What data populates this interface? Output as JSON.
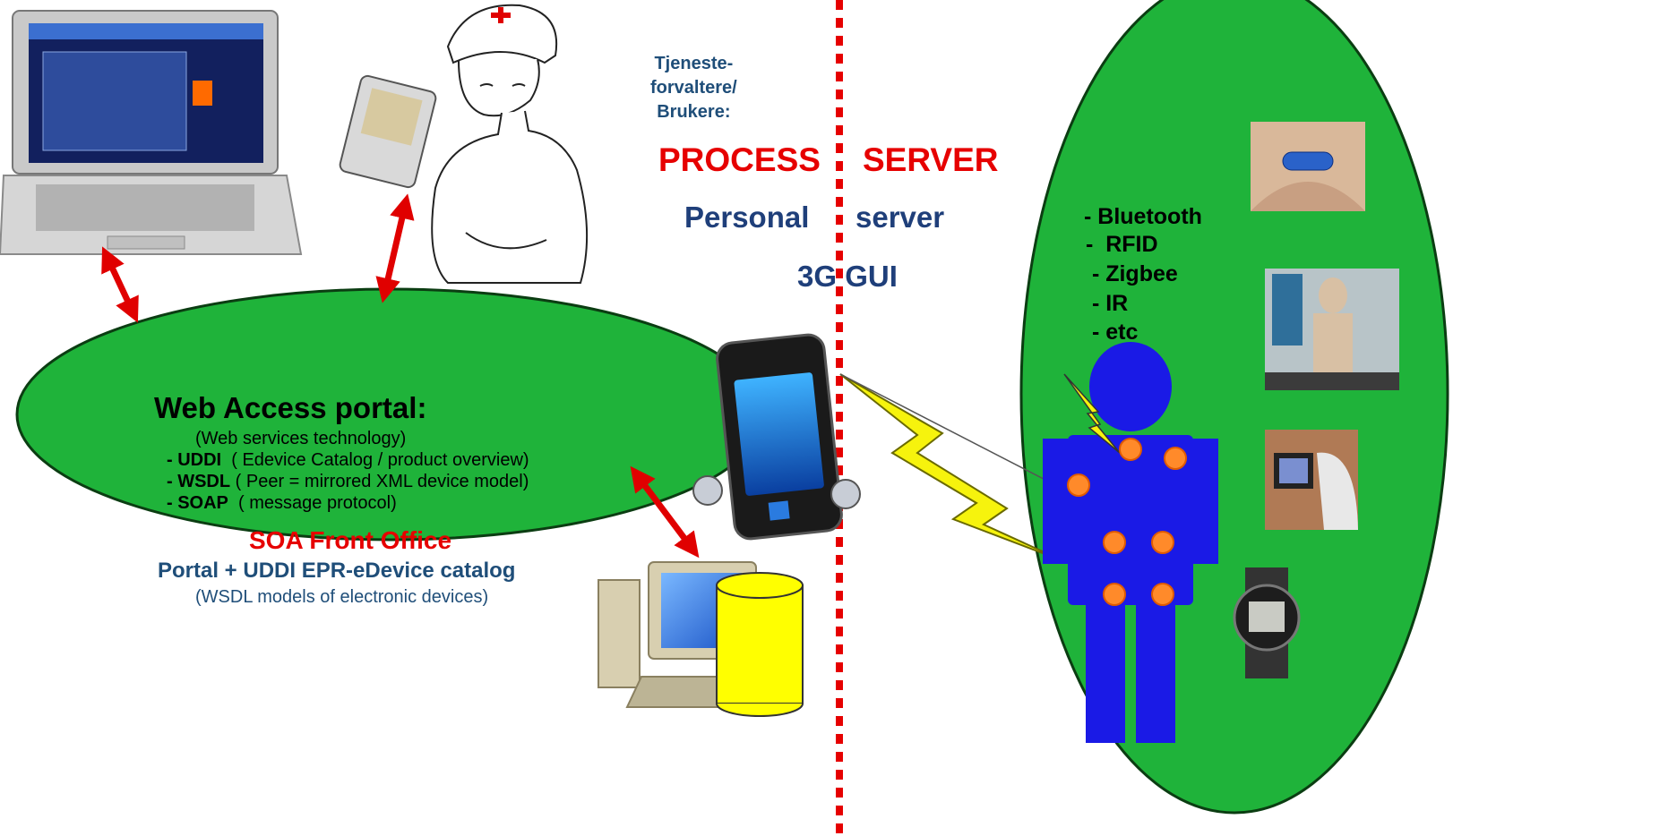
{
  "roles": {
    "title_lines": [
      "Tjeneste-",
      "forvaltere/",
      "Brukere:"
    ]
  },
  "architecture": {
    "process_label": "PROCESS",
    "server_label": "SERVER",
    "personal_label": "Personal",
    "personal_server_label": "server",
    "gui_label": "3G GUI"
  },
  "portal": {
    "title": "Web Access portal:",
    "subtitle": "(Web services technology)",
    "items": [
      {
        "key": "- UDDI",
        "desc": "  ( Edevice Catalog / product overview)"
      },
      {
        "key": "- WSDL",
        "desc": " ( Peer = mirrored XML device model)"
      },
      {
        "key": "- SOAP",
        "desc": "  ( message protocol)"
      }
    ]
  },
  "front_office": {
    "title": "SOA Front Office",
    "catalog": "Portal + UDDI  EPR-eDevice catalog",
    "note": "(WSDL  models of electronic devices)"
  },
  "protocols": [
    "- Bluetooth",
    "-  RFID",
    " - Zigbee",
    " - IR",
    " - etc"
  ],
  "colors": {
    "ellipse_green": "#1fb33a",
    "arrow_red": "#e00000",
    "divider_red": "#e60000",
    "body_blue": "#1a1ae6",
    "sensor_orange": "#ff8a2a",
    "lightning_yellow": "#f6f30d",
    "database_yellow": "#ffff00",
    "title_blue": "#1f3f7a",
    "title_red": "#e60000"
  },
  "icons": [
    "laptop-icon",
    "nurse-illustration",
    "pda-phone-icon",
    "smartphone-icon",
    "desktop-computer-icon",
    "database-icon",
    "wireless-lightning-icon",
    "human-body-sensor-icon",
    "chest-sensor-photo",
    "mannequin-photo",
    "tablet-user-photo",
    "sport-watch-photo"
  ]
}
